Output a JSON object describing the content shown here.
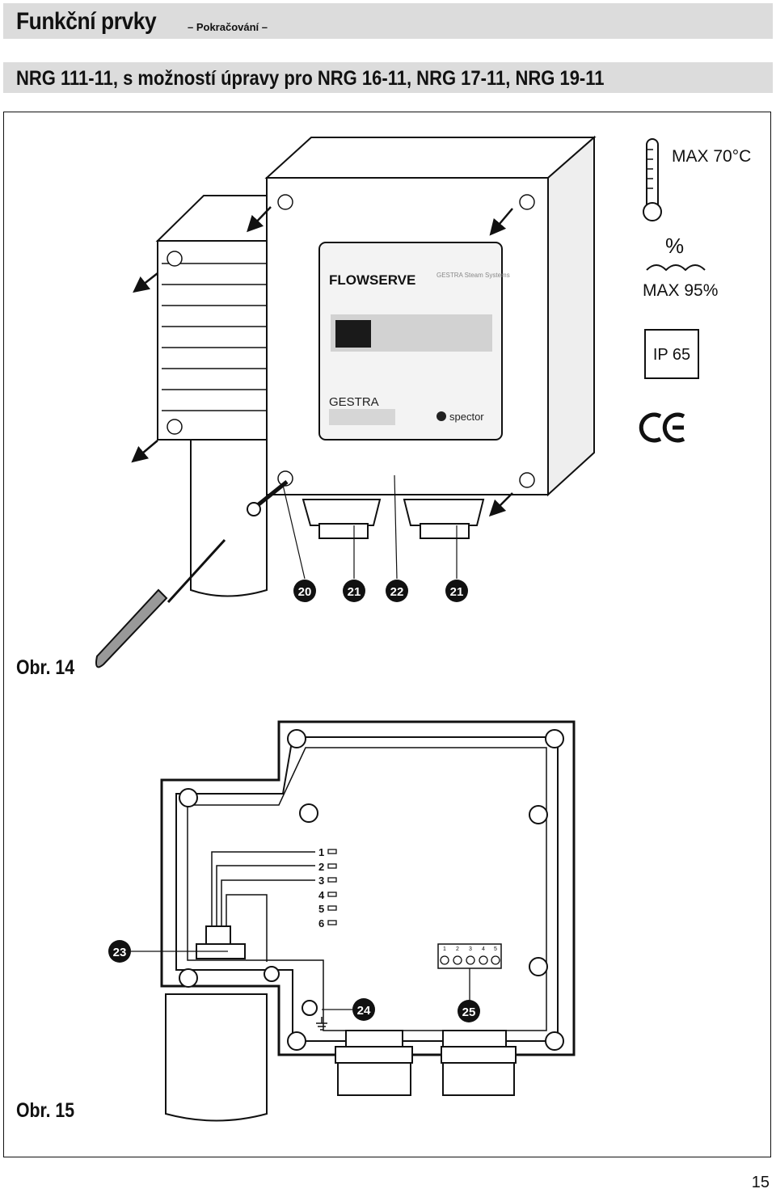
{
  "header": {
    "title": "Funkční prvky",
    "subtitle": "– Pokračování –",
    "section_title": "NRG 111-11, s možností úpravy pro NRG 16-11, NRG 17-11, NRG 19-11"
  },
  "figure14": {
    "caption": "Obr. 14",
    "device": {
      "brand": "FLOWSERVE",
      "tagline": "GESTRA Steam Systems",
      "name": "GESTRA",
      "product_logo": "spector"
    },
    "callouts": [
      "20",
      "21",
      "22",
      "21"
    ],
    "ratings": {
      "temperature": "MAX 70°C",
      "humidity_symbol": "%",
      "humidity": "MAX 95%",
      "ip": "IP 65",
      "ce": "CE"
    }
  },
  "figure15": {
    "caption": "Obr. 15",
    "terminal_numbers": [
      "1",
      "2",
      "3",
      "4",
      "5",
      "6"
    ],
    "terminal_block_numbers": [
      "1",
      "2",
      "3",
      "4",
      "5"
    ],
    "callouts": [
      "23",
      "24",
      "25"
    ]
  },
  "page_number": "15",
  "icons": [
    "thermometer-icon",
    "humidity-wave-icon",
    "ce-mark-icon",
    "ground-icon"
  ]
}
